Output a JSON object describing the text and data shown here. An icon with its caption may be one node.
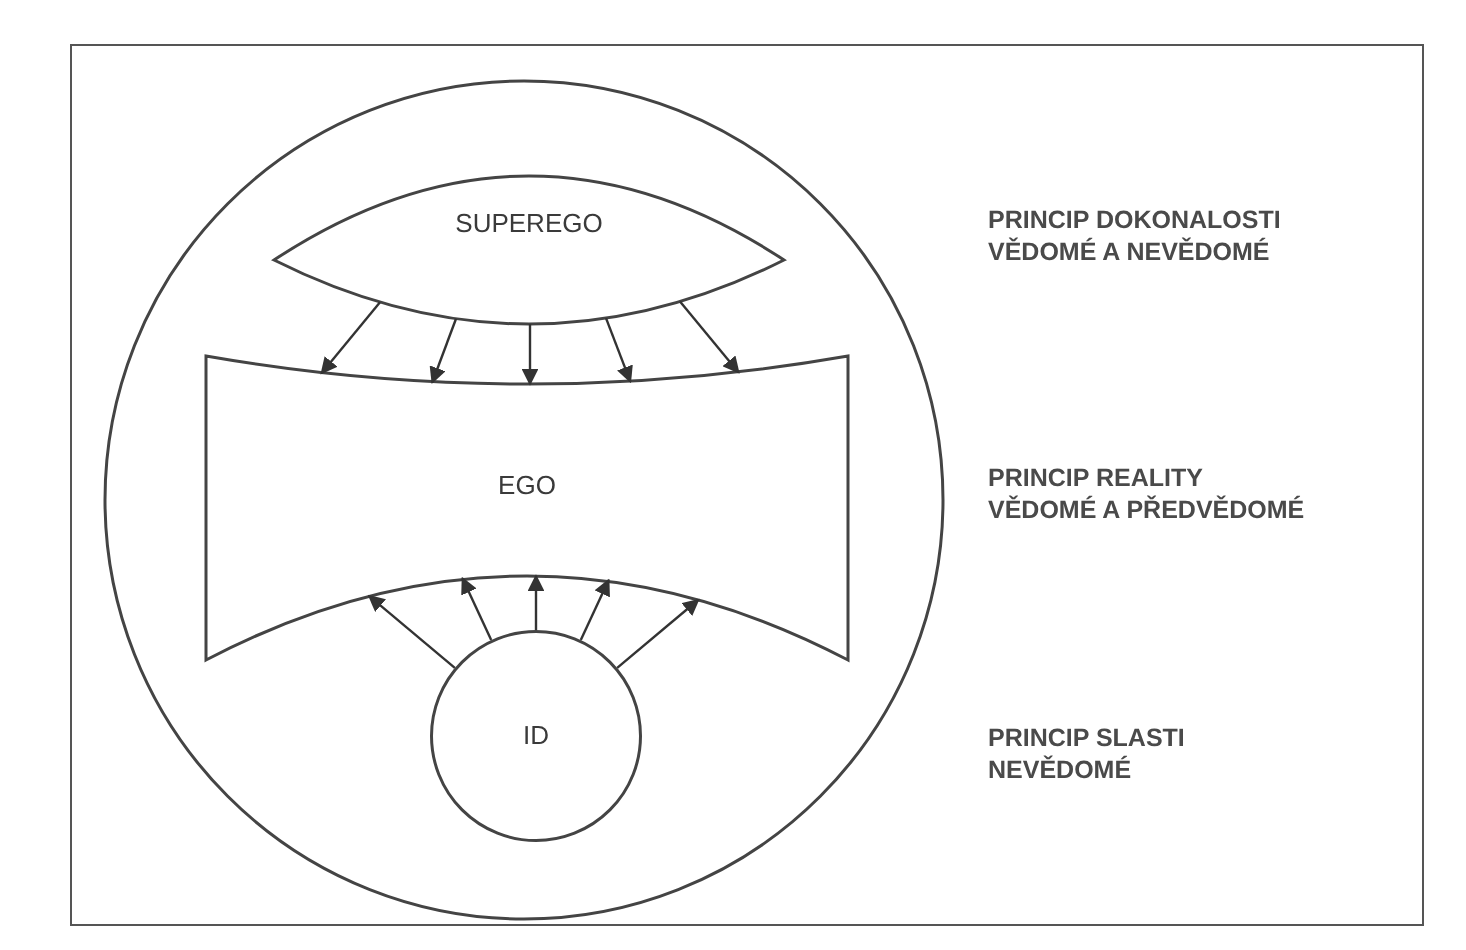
{
  "diagram": {
    "nodes": [
      {
        "text": [],
        "shape": "circle"
      },
      {
        "text": [
          "SUPEREGO"
        ],
        "in": 0
      },
      {
        "text": [
          "EGO"
        ],
        "in": 0
      },
      {
        "text": [
          "ID"
        ],
        "in": 0
      }
    ],
    "edges": [
      {
        "from": 1,
        "to": 2,
        "arrow": "to"
      },
      {
        "from": 1,
        "to": 2,
        "arrow": "to"
      },
      {
        "from": 1,
        "to": 2,
        "arrow": "to"
      },
      {
        "from": 1,
        "to": 2,
        "arrow": "to"
      },
      {
        "from": 1,
        "to": 2,
        "arrow": "to"
      },
      {
        "from": 3,
        "to": 2,
        "arrow": "to"
      },
      {
        "from": 3,
        "to": 2,
        "arrow": "to"
      },
      {
        "from": 3,
        "to": 2,
        "arrow": "to"
      },
      {
        "from": 3,
        "to": 2,
        "arrow": "to"
      },
      {
        "from": 3,
        "to": 2,
        "arrow": "to"
      }
    ],
    "labels": [
      "PRINCIP DOKONALOSTI",
      "VĚDOMÉ A NEVĚDOMÉ",
      "PRINCIP REALITY",
      "VĚDOMÉ A PŘEDVĚDOMÉ",
      "PRINCIP SLASTI",
      "NEVĚDOMÉ"
    ]
  }
}
